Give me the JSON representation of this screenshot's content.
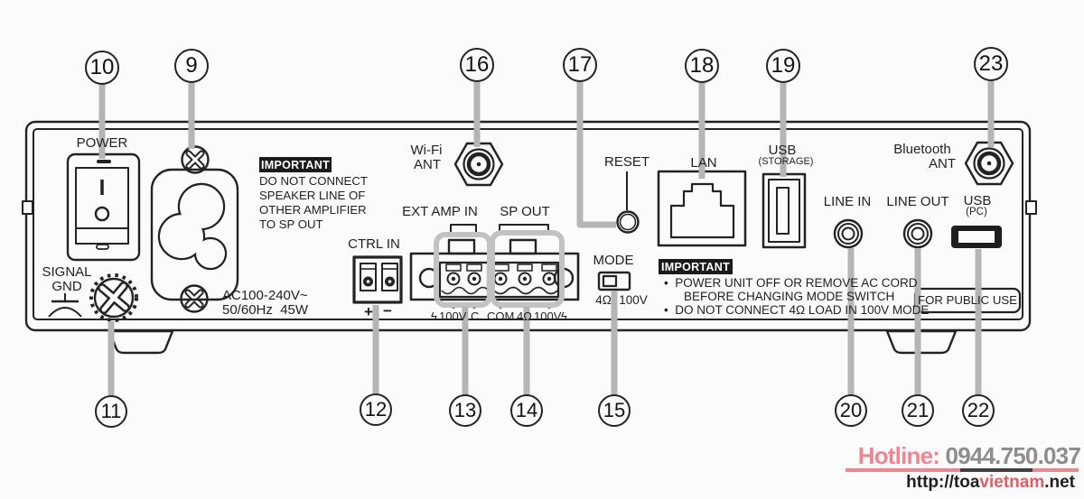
{
  "device": {
    "power": "POWER",
    "signal_gnd": {
      "l1": "SIGNAL",
      "l2": "GND"
    },
    "important_speaker": {
      "badge": "IMPORTANT",
      "l1": "DO NOT CONNECT",
      "l2": "SPEAKER LINE OF",
      "l3": "OTHER AMPLIFIER",
      "l4": "TO SP OUT"
    },
    "ac_rating": {
      "l1": "AC100-240V~",
      "l2": "50/60Hz  45W"
    },
    "ctrl_in": {
      "label": "CTRL IN",
      "plus": "+",
      "minus": "−"
    },
    "ext_amp_in": "EXT AMP IN",
    "sp_out": "SP OUT",
    "sp_terminals": {
      "bolt": "ϟ",
      "t1": "100V",
      "t2": "C",
      "t3": "COM",
      "t4": "4Ω",
      "t5": "100V"
    },
    "mode": {
      "label": "MODE",
      "left": "4Ω",
      "right": "100V"
    },
    "wifi_ant": {
      "l1": "Wi-Fi",
      "l2": "ANT"
    },
    "reset": "RESET",
    "lan": "LAN",
    "usb_storage": {
      "l1": "USB",
      "l2": "(STORAGE)"
    },
    "important_mode": {
      "badge": "IMPORTANT",
      "b1l1": "•  POWER UNIT OFF OR REMOVE AC CORD",
      "b1l2": "BEFORE CHANGING MODE SWITCH",
      "b2": "•  DO NOT CONNECT 4Ω LOAD IN 100V MODE"
    },
    "line_in": "LINE IN",
    "line_out": "LINE OUT",
    "usb_pc": {
      "l1": "USB",
      "l2": "(PC)"
    },
    "bluetooth_ant": {
      "l1": "Bluetooth",
      "l2": "ANT"
    },
    "for_public_use": "FOR PUBLIC USE"
  },
  "callouts": {
    "n9": "9",
    "n10": "10",
    "n11": "11",
    "n12": "12",
    "n13": "13",
    "n14": "14",
    "n15": "15",
    "n16": "16",
    "n17": "17",
    "n18": "18",
    "n19": "19",
    "n20": "20",
    "n21": "21",
    "n22": "22",
    "n23": "23"
  },
  "watermark": {
    "hotline_label": "Hotline: ",
    "hotline_number": "0944.750.037",
    "url_part1": "http://toa",
    "url_part2": "vietnam",
    "url_part3": ".net"
  },
  "colors": {
    "accent_pink": "#ee8690",
    "number_gray": "#8d8d8d",
    "url_red": "#dd5f66",
    "underline_dark": "#3f3f3f",
    "leader_gray": "#b5b5b5",
    "line_dark": "#232323",
    "highlight_gray": "#c2c2c2"
  }
}
